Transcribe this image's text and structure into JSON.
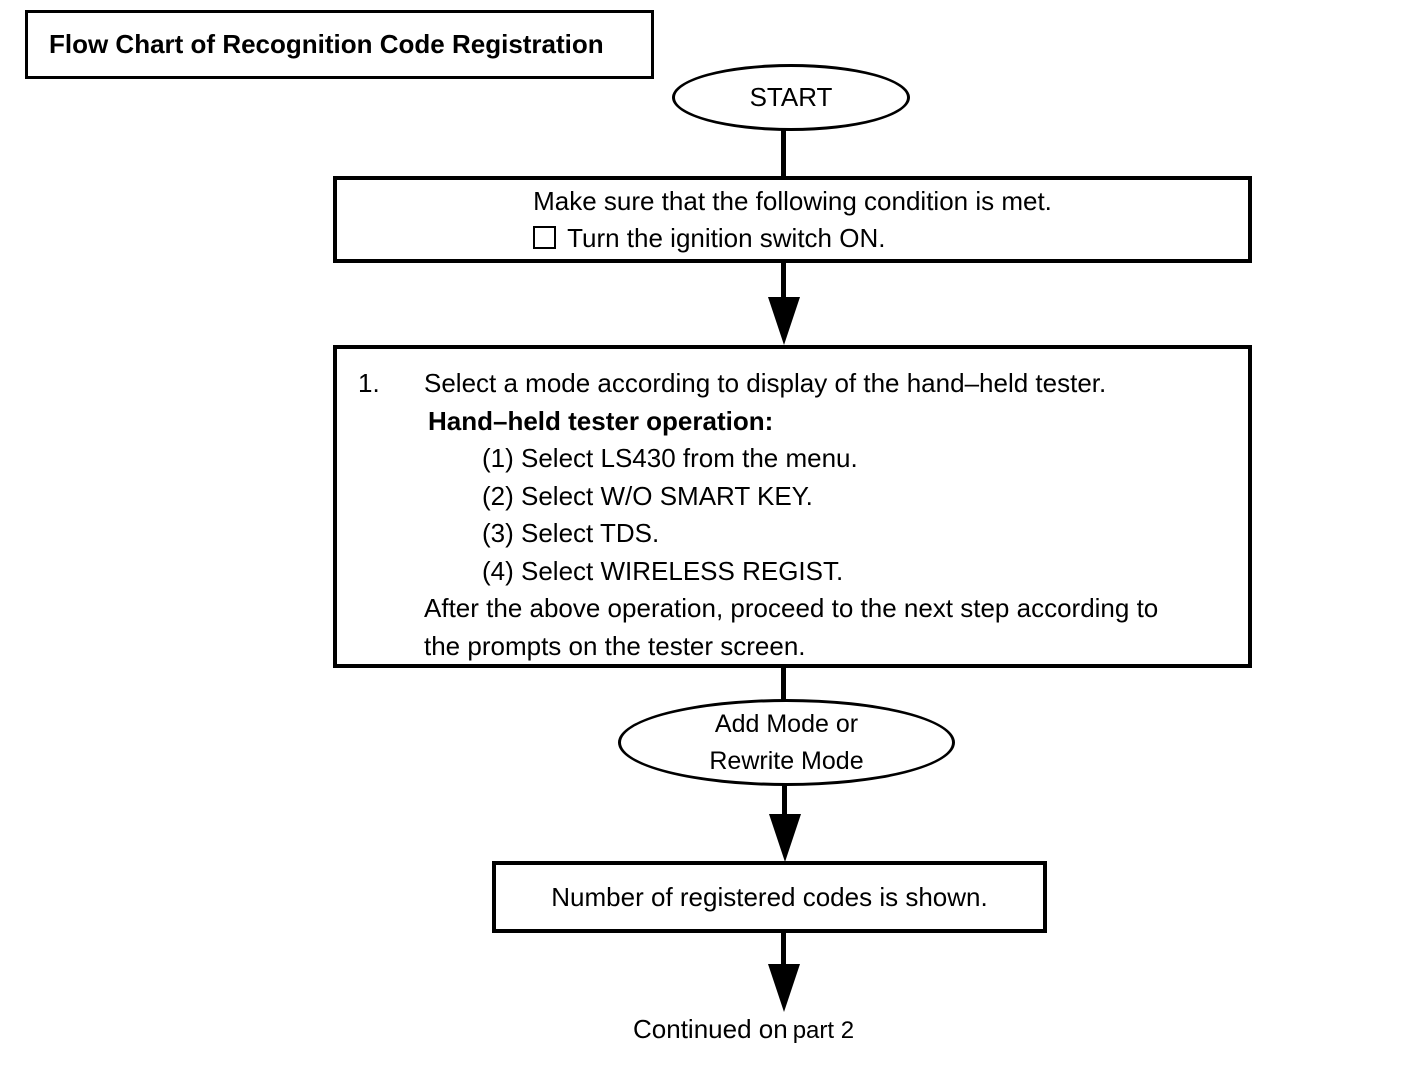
{
  "title": "Flow Chart of Recognition Code Registration",
  "flow": {
    "start": {
      "label": "START"
    },
    "condition_box": {
      "line1": "Make sure that the following condition is met.",
      "checklist_item": "Turn the ignition switch ON."
    },
    "step_box": {
      "number": "1.",
      "instruction": "Select a mode according to display of the hand–held tester.",
      "subtitle": "Hand–held tester operation:",
      "substeps": [
        "(1) Select LS430 from the menu.",
        "(2) Select W/O SMART KEY.",
        "(3) Select TDS.",
        "(4) Select WIRELESS REGIST."
      ],
      "footer_line1": "After the above operation, proceed to the next step according to",
      "footer_line2": "the prompts on the tester screen."
    },
    "mode_oval": {
      "line1": "Add Mode or",
      "line2": "Rewrite Mode"
    },
    "result_box": {
      "label": "Number of registered codes is shown."
    },
    "continuation": {
      "prefix": "Continued on",
      "suffix": "part 2"
    }
  }
}
